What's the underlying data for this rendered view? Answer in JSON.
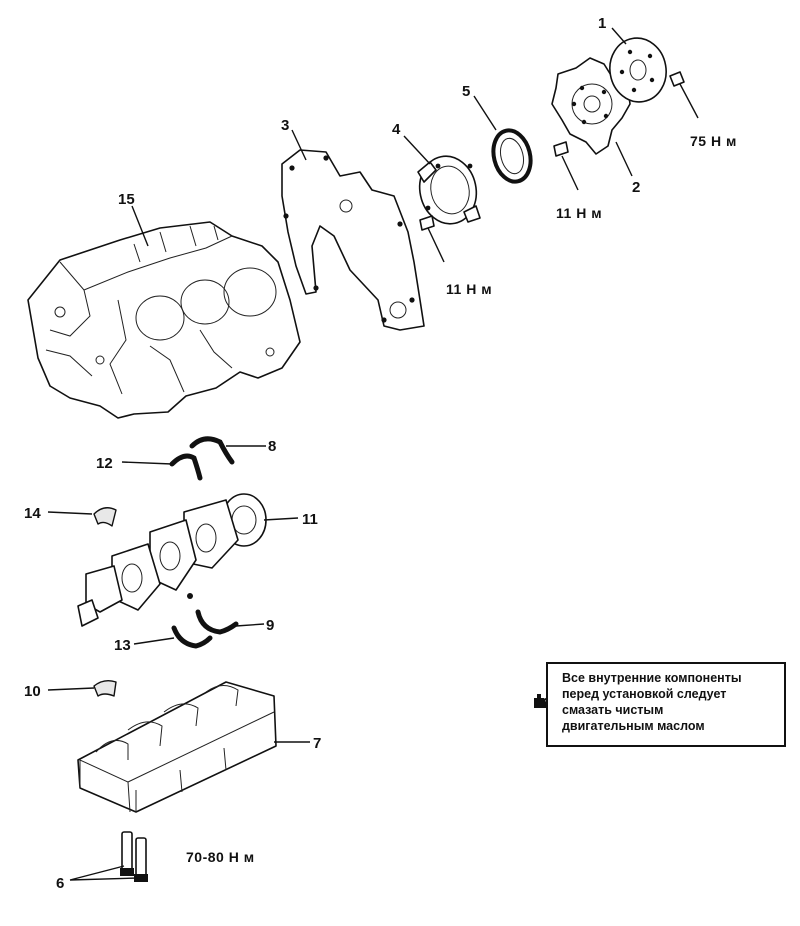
{
  "callouts": {
    "c1": "1",
    "c2": "2",
    "c3": "3",
    "c4": "4",
    "c5": "5",
    "c6": "6",
    "c7": "7",
    "c8": "8",
    "c9": "9",
    "c10": "10",
    "c11": "11",
    "c12": "12",
    "c13": "13",
    "c14": "14",
    "c15": "15"
  },
  "torques": {
    "flywheel": "75 Н м",
    "drive_plate": "11 Н м",
    "seal_housing": "11 Н м",
    "main_bearing": "70-80 Н м"
  },
  "note": {
    "text": "Все внутренние компоненты\nперед установкой следует\nсмазать чистым\nдвигательным маслом",
    "icon": "oil-can-icon"
  }
}
